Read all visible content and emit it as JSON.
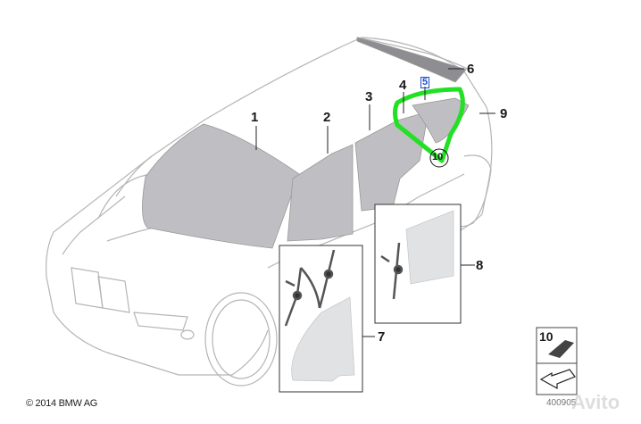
{
  "diagram": {
    "copyright": "© 2014 BMW AG",
    "drawing_number": "400905",
    "watermark": "Avito",
    "callouts": [
      {
        "id": "1",
        "label": "1",
        "part": "windscreen"
      },
      {
        "id": "2",
        "label": "2",
        "part": "front door window glass"
      },
      {
        "id": "3",
        "label": "3",
        "part": "rear door window glass"
      },
      {
        "id": "4",
        "label": "4",
        "part": "rear door fixed glass"
      },
      {
        "id": "5",
        "label": "5",
        "part": "side window"
      },
      {
        "id": "6",
        "label": "6",
        "part": "rear window"
      },
      {
        "id": "7",
        "label": "7",
        "part": "front window regulator set"
      },
      {
        "id": "8",
        "label": "8",
        "part": "rear window regulator set"
      },
      {
        "id": "9",
        "label": "9",
        "part": "rear side window"
      },
      {
        "id": "10",
        "label": "10",
        "part": "adhesive kit"
      }
    ],
    "highlight_color": "#22e022"
  }
}
